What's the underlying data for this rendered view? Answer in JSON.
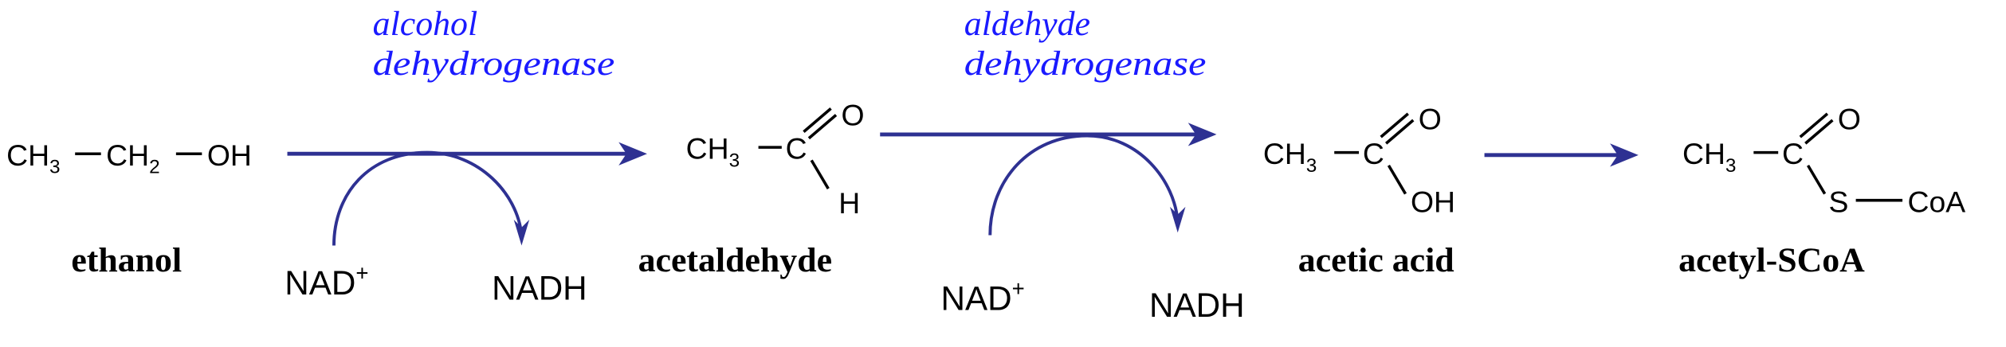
{
  "colors": {
    "arrow": "#2e3192",
    "enzyme_text": "#1a1aff",
    "text": "#000000"
  },
  "enzymes": [
    {
      "line1": "alcohol",
      "line2": "dehydrogenase"
    },
    {
      "line1": "aldehyde",
      "line2": "dehydrogenase"
    }
  ],
  "compounds": {
    "ethanol": {
      "name": "ethanol",
      "ch3": "CH",
      "sub3": "3",
      "ch2": "CH",
      "sub2": "2",
      "oh": "OH"
    },
    "acetaldehyde": {
      "name": "acetaldehyde",
      "ch3": "CH",
      "sub3": "3",
      "c": "C",
      "o": "O",
      "h": "H"
    },
    "acetic_acid": {
      "name": "acetic acid",
      "ch3": "CH",
      "sub3": "3",
      "c": "C",
      "o": "O",
      "oh": "OH"
    },
    "acetyl_scoa": {
      "name": "acetyl-SCoA",
      "ch3": "CH",
      "sub3": "3",
      "c": "C",
      "o": "O",
      "s": "S",
      "coa": "CoA"
    }
  },
  "cofactors": [
    {
      "in": "NAD",
      "in_sup": "+",
      "out": "NADH"
    },
    {
      "in": "NAD",
      "in_sup": "+",
      "out": "NADH"
    }
  ]
}
